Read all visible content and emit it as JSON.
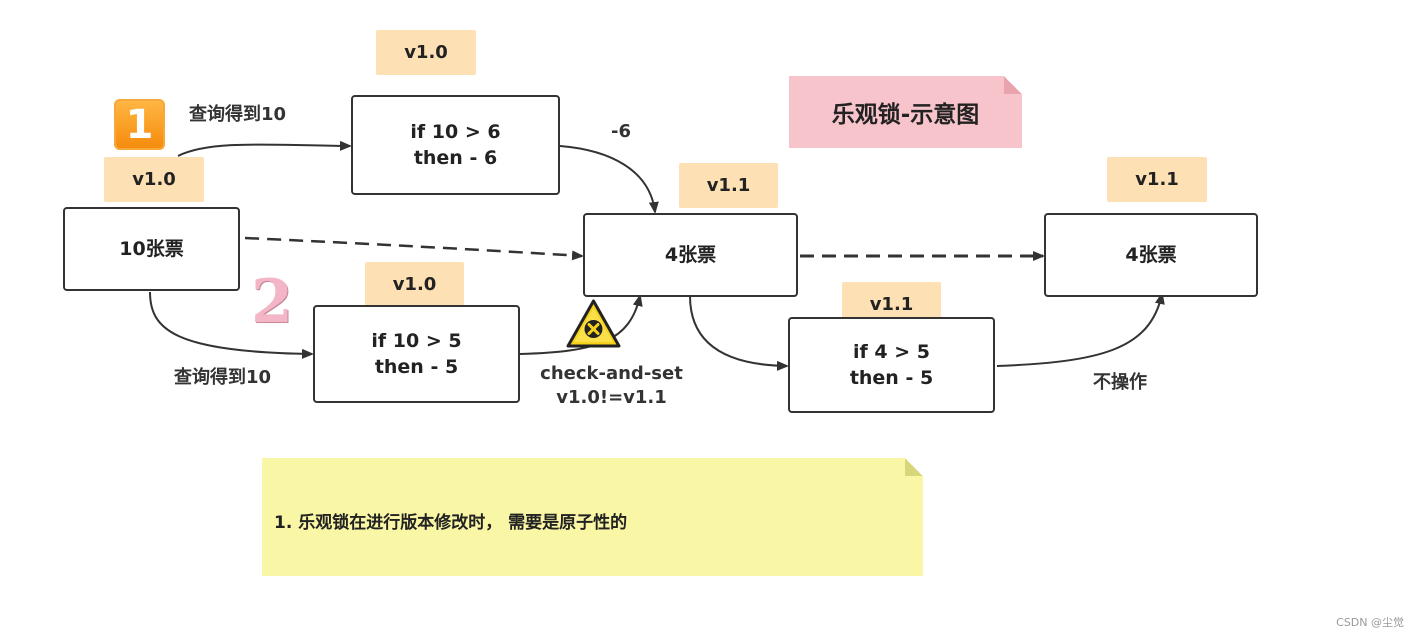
{
  "title_note": "乐观锁-示意图",
  "step_badges": {
    "one": "1",
    "two": "2"
  },
  "nodes": {
    "start": {
      "text": "10张票",
      "version": "v1.0"
    },
    "process_one": {
      "line1": "if 10 > 6",
      "line2": "then - 6",
      "version": "v1.0"
    },
    "process_two": {
      "line1": "if 10 > 5",
      "line2": "then - 5",
      "version": "v1.0"
    },
    "middle": {
      "text": "4张票",
      "version": "v1.1"
    },
    "retry": {
      "line1": "if 4 > 5",
      "line2": "then - 5",
      "version": "v1.1"
    },
    "end": {
      "text": "4张票",
      "version": "v1.1"
    }
  },
  "edge_labels": {
    "query_one": "查询得到10",
    "query_two": "查询得到10",
    "minus_six": "-6",
    "cas_line1": "check-and-set",
    "cas_line2": "v1.0!=v1.1",
    "no_op": "不操作"
  },
  "icons": {
    "warning": "warning-x-icon"
  },
  "colors": {
    "version_tag": "#fde0b3",
    "title_note": "#f8c4cc",
    "sticky_note": "#f9f7a6",
    "badge_orange": "#f58a0b",
    "badge_pink": "#f2b6c6"
  },
  "note": "1. 乐观锁在进行版本修改时， 需要是原子性的",
  "watermark": "CSDN @尘觉"
}
